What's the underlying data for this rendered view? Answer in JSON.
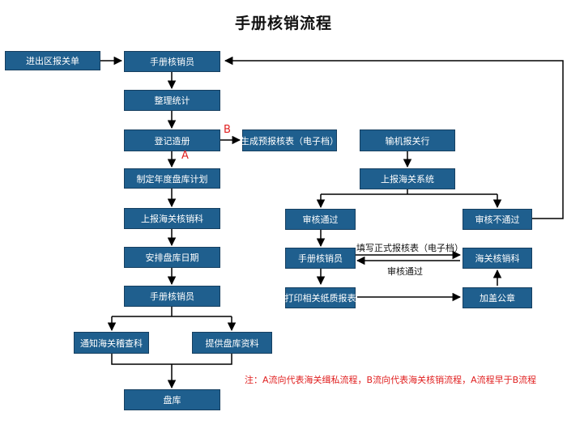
{
  "title": "手册核销流程",
  "nodes": {
    "entry_exit_declaration": "进出区报关单",
    "manual_verifier_1": "手册核销员",
    "sort_statistics": "整理统计",
    "register_book": "登记造册",
    "generate_pre_report": "生成预报核表（电子档）",
    "annual_inventory_plan": "制定年度盘库计划",
    "report_to_customs_dept": "上报海关核销科",
    "schedule_inventory_date": "安排盘库日期",
    "manual_verifier_2": "手册核销员",
    "notify_customs_check": "通知海关稽查科",
    "provide_inventory_data": "提供盘库资料",
    "inventory": "盘库",
    "input_customs_broker": "输机报关行",
    "report_customs_system": "上报海关系统",
    "audit_pass": "审核通过",
    "audit_fail": "审核不通过",
    "manual_verifier_3": "手册核销员",
    "customs_verification_dept": "海关核销科",
    "print_paper_report": "打印相关纸质报表",
    "affix_seal": "加盖公章"
  },
  "edge_labels": {
    "fill_formal_report": "填写正式报核表（电子档）",
    "audit_pass_back": "审核通过"
  },
  "markers": {
    "a": "A",
    "b": "B"
  },
  "note": "注：A流向代表海关缉私流程，B流向代表海关核销流程，A流程早于B流程",
  "colors": {
    "box_fill": "#1f5f8e",
    "note_red": "#e02020"
  }
}
